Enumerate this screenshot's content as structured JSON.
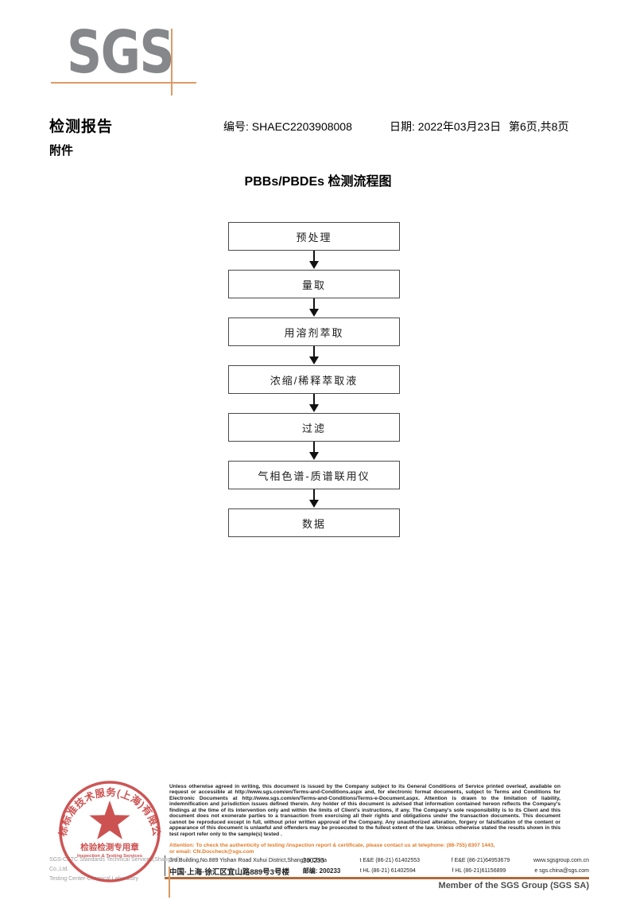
{
  "header": {
    "report_title": "检测报告",
    "report_no": "编号: SHAEC2203908008",
    "date": "日期: 2022年03月23日",
    "page_info": "第6页,共8页",
    "attachment": "附件"
  },
  "logo": {
    "text": "SGS"
  },
  "flowchart": {
    "title": "PBBs/PBDEs 检测流程图",
    "steps": [
      "预处理",
      "量取",
      "用溶剂萃取",
      "浓缩/稀释萃取液",
      "过滤",
      "气相色谱-质谱联用仪",
      "数据"
    ]
  },
  "stamp": {
    "arc_text": "通标标准技术服务(上海)有限公司",
    "center_text": "检验检测专用章",
    "center_subtext": "Inspection & Testing Services",
    "company_line1": "SGS-CSTC Standards Technical Services(Shanghai) Co.,Ltd.",
    "company_line2": "Testing Center-Chemical Laboratory"
  },
  "footer": {
    "disclaimer": "Unless otherwise agreed in writing, this document is issued by the Company subject to its General Conditions of Service printed overleaf, available on request or accessible at http://www.sgs.com/en/Terms-and-Conditions.aspx and, for electronic format documents, subject to Terms and Conditions for Electronic Documents at http://www.sgs.com/en/Terms-and-Conditions/Terms-e-Document.aspx. Attention is drawn to the limitation of liability, indemnification and jurisdiction issues defined therein. Any holder of this document is advised that information contained hereon reflects the Company's findings at the time of its intervention only and within the limits of Client's instructions, if any. The Company's sole responsibility is to its Client and this document does not exonerate parties to a transaction from exercising all their rights and obligations under the transaction documents. This document cannot be reproduced except in full, without prior written approval of the Company. Any unauthorized alteration, forgery or falsification of the content or appearance of this document is unlawful and offenders may be prosecuted to the fullest extent of the law. Unless otherwise stated the results shown in this test report refer only to the sample(s) tested .",
    "attention_line1": "Attention: To check the authenticity of testing /inspection report & certificate, please contact us at telephone: (86-755) 8307 1443,",
    "attention_line2": "or email: CN.Doccheck@sgs.com",
    "address_en": "3rd Building,No.889 Yishan Road Xuhui District,Shanghai China",
    "postcode_en": "200233",
    "tel_en": "t E&E (86-21) 61402553",
    "fax_en": "f E&E (86-21)64953679",
    "web": "www.sgsgroup.com.cn",
    "address_cn": "中国·上海·徐汇区宜山路889号3号楼",
    "postcode_cn": "邮编: 200233",
    "tel_cn": "t HL (86-21) 61402594",
    "fax_cn": "f HL (86-21)61156899",
    "email": "e sgs.china@sgs.com",
    "member": "Member of the SGS Group (SGS SA)"
  },
  "colors": {
    "accent_orange": "#e07b28",
    "stamp_red": "#c84342",
    "logo_gray": "#85878a",
    "crosshair_tan": "#dd9a66",
    "rule_brown": "#b06a3a"
  }
}
